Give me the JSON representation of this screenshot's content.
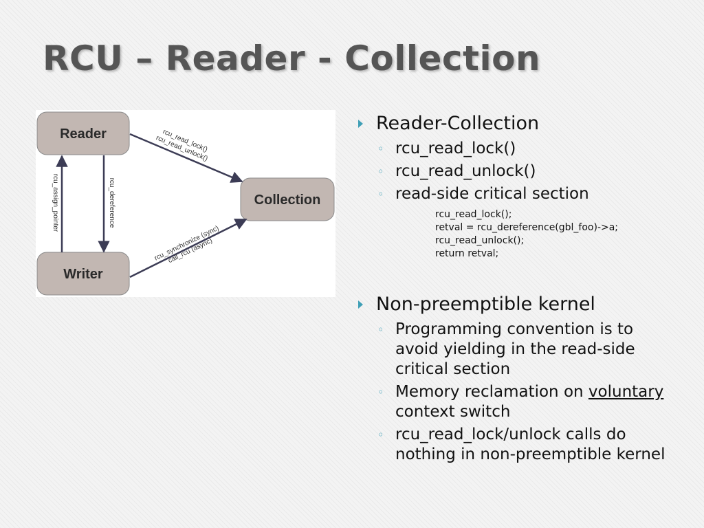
{
  "slide": {
    "title": "RCU – Reader - Collection"
  },
  "diagram": {
    "nodes": {
      "reader": "Reader",
      "collection": "Collection",
      "writer": "Writer"
    },
    "edge_labels": {
      "reader_to_collection_1": "rcu_read_lock()",
      "reader_to_collection_2": "rcu_read_unlock()",
      "writer_to_collection_1": "rcu_synchronize (sync)",
      "writer_to_collection_2": "call_rcu (async)",
      "writer_to_reader": "rcu_assign_pointer",
      "reader_to_writer": "rcu_dereference"
    },
    "colors": {
      "box_fill": "#c2b7b2",
      "box_stroke": "#8a8a8a",
      "arrow": "#3c3c55"
    }
  },
  "bullets": {
    "b1": {
      "text": "Reader-Collection",
      "sub": [
        "rcu_read_lock()",
        "rcu_read_unlock()",
        "read-side critical section"
      ],
      "code": [
        "rcu_read_lock();",
        "retval = rcu_dereference(gbl_foo)->a;",
        "rcu_read_unlock();",
        "return retval;"
      ]
    },
    "b2": {
      "text": "Non-preemptible kernel",
      "sub1": "Programming convention is to avoid yielding in the read-side critical section",
      "sub2_pre": "Memory reclamation on ",
      "sub2_u": "voluntary",
      "sub2_post": " context switch",
      "sub3": "rcu_read_lock/unlock calls do nothing in non-preemptible kernel"
    }
  },
  "icons": {
    "bullet": "triangle-right-icon",
    "sub_bullet": "circle-icon"
  },
  "accent_color": "#3f9fb6"
}
